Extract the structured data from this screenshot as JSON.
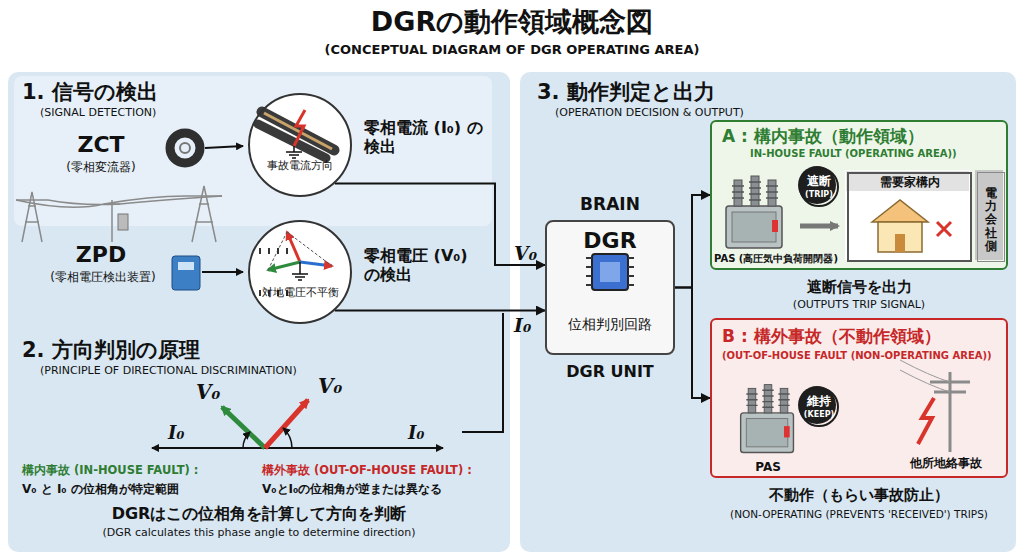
{
  "diagram": {
    "title": "DGRの動作領域概念図",
    "nodes": [
      {
        "text": [
          "1. 信号の検出",
          "(SIGNAL DETECTION)",
          "2. 方向判別の原理",
          "(PRINCIPLE OF DIRECTIONAL DISCRIMINATION)"
        ]
      },
      {
        "text": [
          "事故電流方向"
        ],
        "in": 0
      },
      {
        "text": [
          "対地電圧不平衡"
        ],
        "in": 0
      },
      {
        "text": [
          "3. 動作判定と出力",
          "(OPERATION DECISION & OUTPUT)"
        ]
      },
      {
        "text": [
          "BRAIN",
          "DGR",
          "位相判別回路",
          "DGR UNIT"
        ],
        "in": 3
      },
      {
        "text": [
          "A : 構内事故（動作領域）",
          "IN-HOUSE FAULT (OPERATING AREA))"
        ],
        "in": 3
      },
      {
        "text": [
          "遮断",
          "(TRIP)"
        ],
        "in": 5
      },
      {
        "text": [
          "需要家構内"
        ],
        "in": 5
      },
      {
        "text": [
          "電力会社側"
        ],
        "in": 5
      },
      {
        "text": [
          "B : 構外事故（不動作領域）",
          "(OUT-OF-HOUSE FAULT (NON-OPERATING AREA))"
        ],
        "in": 3
      },
      {
        "text": [
          "維持",
          "(KEEP)"
        ],
        "in": 9
      }
    ],
    "edges": [
      {
        "from": 1,
        "to": 4,
        "label": "V₀",
        "arrow": "to"
      },
      {
        "from": 2,
        "to": 4,
        "label": "I₀",
        "arrow": "to"
      },
      {
        "from": 4,
        "to": 5,
        "arrow": "to"
      },
      {
        "from": 4,
        "to": 9,
        "arrow": "to"
      }
    ],
    "labels": [
      "(CONCEPTUAL DIAGRAM OF DGR OPERATING AREA)",
      "ZCT",
      "(零相変流器)",
      "零相電流 (I₀) の検出",
      "ZPD",
      "(零相電圧検出装置)",
      "零相電圧 (V₀) の検出",
      "V₀",
      "V₀",
      "I₀",
      "I₀",
      "構内事故 (IN-HOUSE FAULT) :",
      "V₀ と I₀ の位相角が特定範囲",
      "構外事故 (OUT-OF-HOUSE FAULT) :",
      "V₀とI₀の位相角が逆または異なる",
      "DGRはこの位相角を計算して方向を判断",
      "(DGR calculates this phase angle to determine direction)",
      "PAS (高圧気中負荷開閉器)",
      "遮断信号を出力",
      "(OUTPUTS TRIP SIGNAL)",
      "PAS",
      "他所地絡事故",
      "不動作（もらい事故防止）",
      "(NON-OPERATING (PREVENTS 'RECEIVED') TRIPS)"
    ]
  }
}
